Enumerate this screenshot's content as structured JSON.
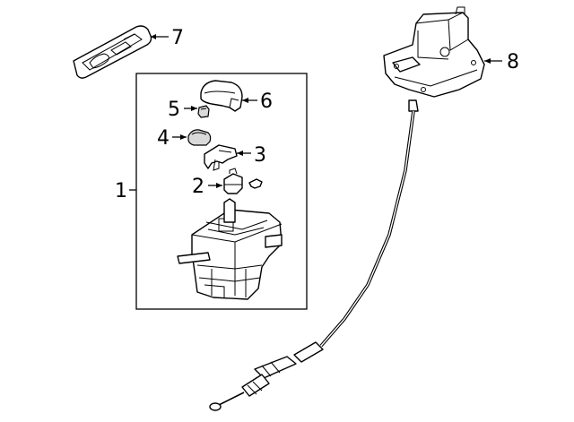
{
  "callouts": {
    "c1": "1",
    "c2": "2",
    "c3": "3",
    "c4": "4",
    "c5": "5",
    "c6": "6",
    "c7": "7",
    "c8": "8"
  },
  "colors": {
    "line": "#000000",
    "fill": "#ffffff",
    "shade": "#d9d9d9"
  }
}
